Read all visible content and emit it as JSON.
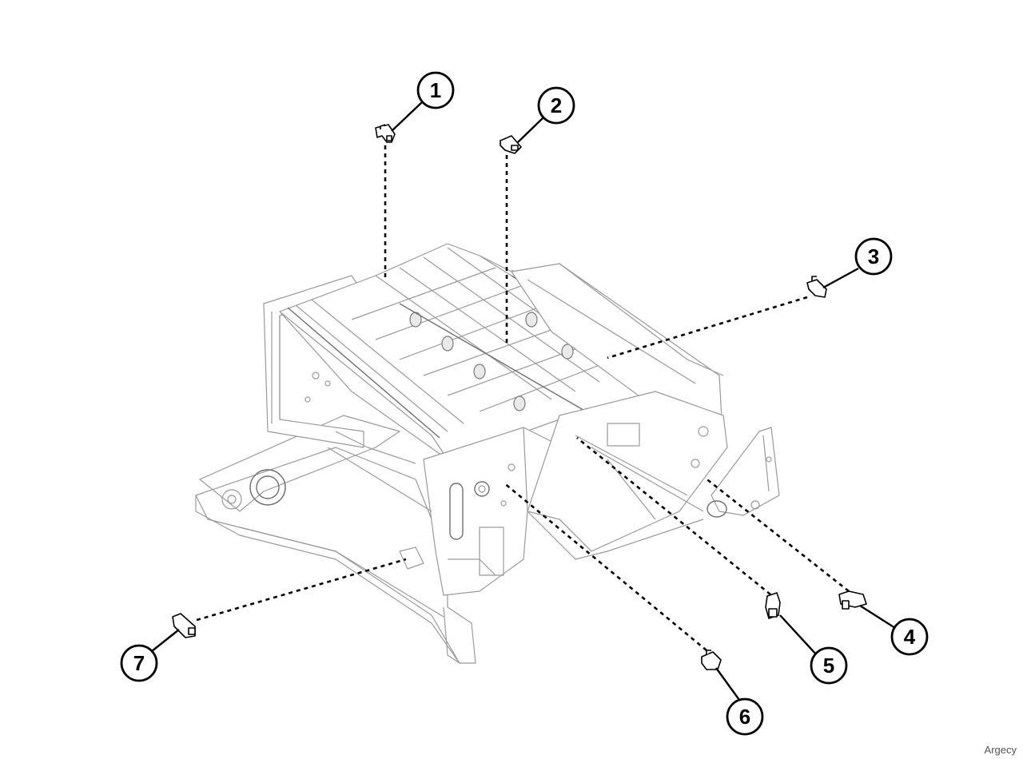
{
  "callouts": [
    {
      "label": "1"
    },
    {
      "label": "2"
    },
    {
      "label": "3"
    },
    {
      "label": "4"
    },
    {
      "label": "5"
    },
    {
      "label": "6"
    },
    {
      "label": "7"
    }
  ],
  "watermark": "Argecy",
  "colors": {
    "line": "#000000",
    "frame": "#9a9a9a",
    "background": "#ffffff"
  }
}
